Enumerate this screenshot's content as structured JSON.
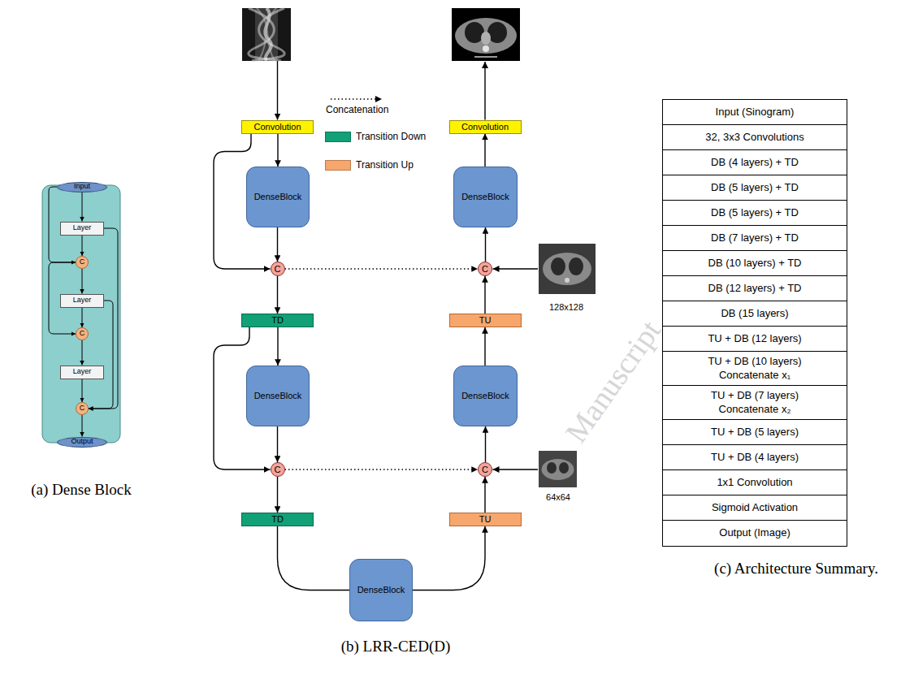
{
  "diagram": {
    "nodes": [
      {
        "text": [
          "Input"
        ]
      },
      {
        "text": [
          "Layer"
        ]
      },
      {
        "text": [
          "C"
        ]
      },
      {
        "text": [
          "Layer"
        ]
      },
      {
        "text": [
          "C"
        ]
      },
      {
        "text": [
          "Layer"
        ]
      },
      {
        "text": [
          "C"
        ]
      },
      {
        "text": [
          "Output"
        ]
      },
      {
        "text": [
          "Convolution"
        ]
      },
      {
        "text": [
          "DenseBlock"
        ]
      },
      {
        "text": [
          "C"
        ]
      },
      {
        "text": [
          "TD"
        ]
      },
      {
        "text": [
          "DenseBlock"
        ]
      },
      {
        "text": [
          "C"
        ]
      },
      {
        "text": [
          "TD"
        ]
      },
      {
        "text": [
          "DenseBlock"
        ]
      },
      {
        "text": [
          "TU"
        ]
      },
      {
        "text": [
          "C"
        ]
      },
      {
        "text": [
          "DenseBlock"
        ]
      },
      {
        "text": [
          "TU"
        ]
      },
      {
        "text": [
          "C"
        ]
      },
      {
        "text": [
          "DenseBlock"
        ]
      },
      {
        "text": [
          "Convolution"
        ]
      }
    ],
    "edges": [
      {
        "from": 0,
        "to": 1,
        "arrow": "to"
      },
      {
        "from": 0,
        "to": 2,
        "arrow": "to"
      },
      {
        "from": 1,
        "to": 2,
        "arrow": "to"
      },
      {
        "from": 2,
        "to": 3,
        "arrow": "to"
      },
      {
        "from": 2,
        "to": 4,
        "arrow": "to"
      },
      {
        "from": 3,
        "to": 4,
        "arrow": "to"
      },
      {
        "from": 4,
        "to": 5,
        "arrow": "to"
      },
      {
        "from": 5,
        "to": 6,
        "arrow": "to"
      },
      {
        "from": 1,
        "to": 6,
        "arrow": "to"
      },
      {
        "from": 3,
        "to": 6,
        "arrow": "to"
      },
      {
        "from": 6,
        "to": 7,
        "arrow": "to"
      },
      {
        "from": 8,
        "to": 9,
        "arrow": "to"
      },
      {
        "from": 8,
        "to": 10,
        "arrow": "to"
      },
      {
        "from": 9,
        "to": 10,
        "arrow": "to"
      },
      {
        "from": 10,
        "to": 11,
        "arrow": "to"
      },
      {
        "from": 11,
        "to": 12,
        "arrow": "to"
      },
      {
        "from": 11,
        "to": 13,
        "arrow": "to"
      },
      {
        "from": 12,
        "to": 13,
        "arrow": "to"
      },
      {
        "from": 13,
        "to": 14,
        "arrow": "to"
      },
      {
        "from": 14,
        "to": 15,
        "arrow": "none"
      },
      {
        "from": 15,
        "to": 16,
        "arrow": "to"
      },
      {
        "from": 16,
        "to": 17,
        "arrow": "to"
      },
      {
        "from": 17,
        "to": 18,
        "arrow": "to"
      },
      {
        "from": 18,
        "to": 19,
        "arrow": "to"
      },
      {
        "from": 19,
        "to": 20,
        "arrow": "to"
      },
      {
        "from": 20,
        "to": 21,
        "arrow": "to"
      },
      {
        "from": 21,
        "to": 22,
        "arrow": "to"
      },
      {
        "from": 10,
        "to": 20,
        "arrow": "to"
      },
      {
        "from": 13,
        "to": 17,
        "arrow": "to"
      }
    ],
    "labels": [
      "(a) Dense Block",
      "(b) LRR-CED(D)",
      "(c) Architecture Summary.",
      "128x128",
      "64x64",
      "Input (Sinogram)",
      "32, 3x3 Convolutions",
      "DB (4 layers) + TD",
      "DB (5 layers) + TD",
      "DB (5 layers) + TD",
      "DB (7 layers) + TD",
      "DB (10 layers) + TD",
      "DB (12 layers) + TD",
      "DB (15 layers)",
      "TU + DB (12 layers)",
      "TU + DB (10 layers)",
      "Concatenate x₁",
      "TU + DB (7 layers)",
      "Concatenate x₂",
      "TU + DB (5 layers)",
      "TU + DB (4 layers)",
      "1x1 Convolution",
      "Sigmoid Activation",
      "Output (Image)",
      "Manuscript"
    ],
    "legend": [
      {
        "text": "Concatenation"
      },
      {
        "text": "Transition Down",
        "color": "#12a077"
      },
      {
        "text": "Transition Up",
        "color": "#f7a66c"
      }
    ]
  }
}
